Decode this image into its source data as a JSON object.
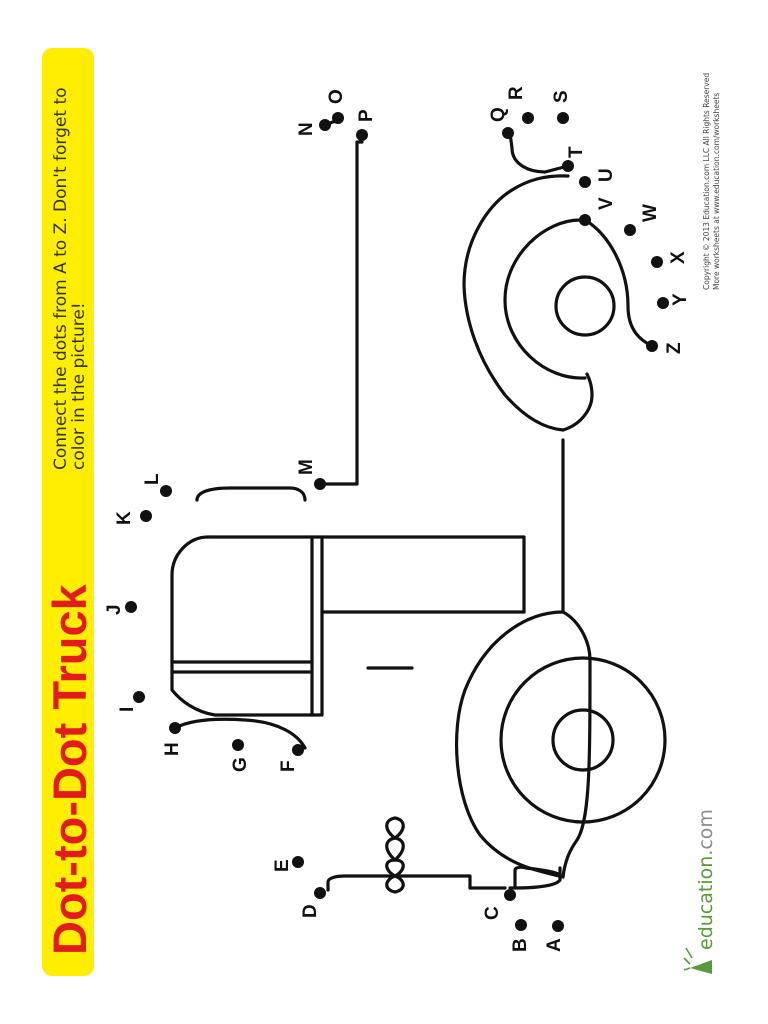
{
  "worksheet": {
    "title": "Dot-to-Dot Truck",
    "instructions_line1": "Connect the dots from A to Z.  Don't forget to",
    "instructions_line2": "color in the picture!",
    "copyright_line1": "Copyright © 2013 Education.com LLC All Rights Reserved",
    "copyright_line2": "More worksheets at www.education.com/worksheets",
    "brand_main": "education",
    "brand_suffix": ".com"
  },
  "dots": [
    "A",
    "B",
    "C",
    "D",
    "E",
    "F",
    "G",
    "H",
    "I",
    "J",
    "K",
    "L",
    "M",
    "N",
    "O",
    "P",
    "Q",
    "R",
    "S",
    "T",
    "U",
    "V",
    "W",
    "X",
    "Y",
    "Z"
  ],
  "colors": {
    "title_band": "#ffee00",
    "title_text": "#e31b1b",
    "brand_green": "#5a9a3a",
    "line": "#111111"
  },
  "icons": [
    "education-logo-icon"
  ]
}
